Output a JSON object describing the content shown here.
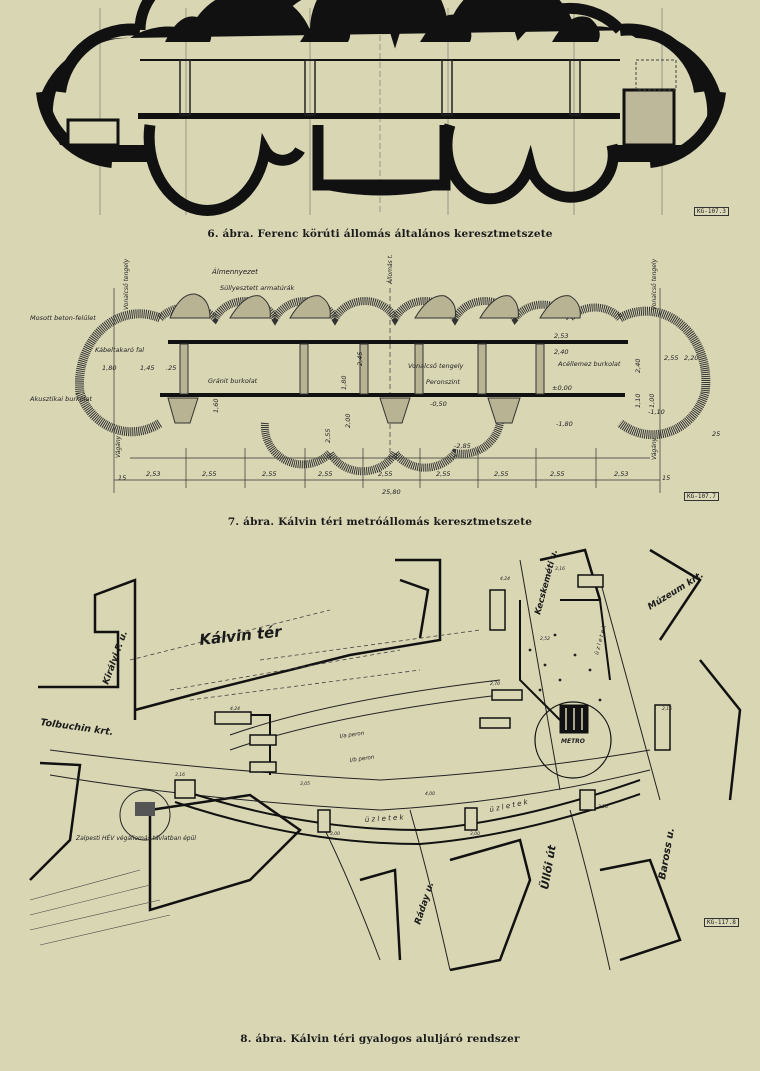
{
  "figures": {
    "fig6": {
      "caption": "6. ábra. Ferenc körúti állomás általános keresztmetszete",
      "stamp": "KG-107.3"
    },
    "fig7": {
      "caption": "7. ábra. Kálvin téri metróállomás keresztmetszete",
      "stamp": "KG-107.7",
      "labels": {
        "almennyezet": "Álmennyezet",
        "sullyesztett": "Süllyesztett armatúrák",
        "masott": "Mosott beton-felület",
        "kabelfal": "Kábeltakaró fal",
        "akusztikai": "Akusztikai burkolat",
        "granit": "Gránit burkolat",
        "acellemez": "Acéllemez burkolat",
        "vonalcso": "Vonalcső tengely",
        "peronszint": "Peronszint",
        "vonalcso_tengely_left": "Vonalcső tengely",
        "vonalcso_tengely_right": "Vonalcső tengely",
        "allomas": "Állomás t.",
        "vagany_left": "Vágány",
        "vagany_right": "Vágány"
      },
      "dims": {
        "d253": "2,53",
        "d255a": "2,55",
        "d255b": "2,55",
        "d255c": "2,55",
        "d255d": "2,55",
        "d255e": "2,55",
        "d255f": "2,55",
        "d255g": "2,55",
        "d253b": "2,53",
        "total": "25,80",
        "d180": "1,80",
        "d145": "1,45",
        "d25": ".25",
        "p253": "2,53",
        "p240": "2,40",
        "p000": "±0,00",
        "p110": "-1,10",
        "p180": "-1,80",
        "p285": "-2,85",
        "p220": "2,20",
        "p255r": "2,55",
        "p240r": "2,40",
        "p110r": "1,10",
        "p160": "1,60",
        "p200": "2,00",
        "p255m": "2,55",
        "p15l": "15",
        "p15r": "15",
        "p25r": "25",
        "p180l": "1,80",
        "p245": "2,45",
        "p100": "1,00",
        "p050": "-0,50"
      }
    },
    "fig8": {
      "caption": "8. ábra. Kálvin téri gyalogos aluljáró rendszer",
      "stamp": "KG-117.8",
      "streets": {
        "kalvin_ter": "Kálvin tér",
        "kiralyi": "Királyi P. u.",
        "tolbuchin": "Tolbuchin krt.",
        "kecskemeti": "Kecskeméti u.",
        "muzeum": "Múzeum krt.",
        "raday": "Ráday u.",
        "ulloi": "Üllői út",
        "baross": "Baross u."
      },
      "labels": {
        "metro": "METRO",
        "peron_a": "I/a peron",
        "peron_b": "I/b peron",
        "uzletek_a": "ü z l e t e k",
        "uzletek_b": "ü z l e t e k",
        "uzletek_c": "ü z l e t e k",
        "hev_note": "Zalpesti HÉV végállomás távlatban épül"
      },
      "dims": {
        "k1": "3,16",
        "k2": "2,52",
        "k3": "4,24",
        "k4": "4,24",
        "k5": "2,16",
        "k6": "4,00",
        "k7": "3,05",
        "k8": "3,00",
        "k9": "3,00",
        "k10": "3,20",
        "k11": "3,16",
        "k12": "2,70"
      }
    }
  }
}
